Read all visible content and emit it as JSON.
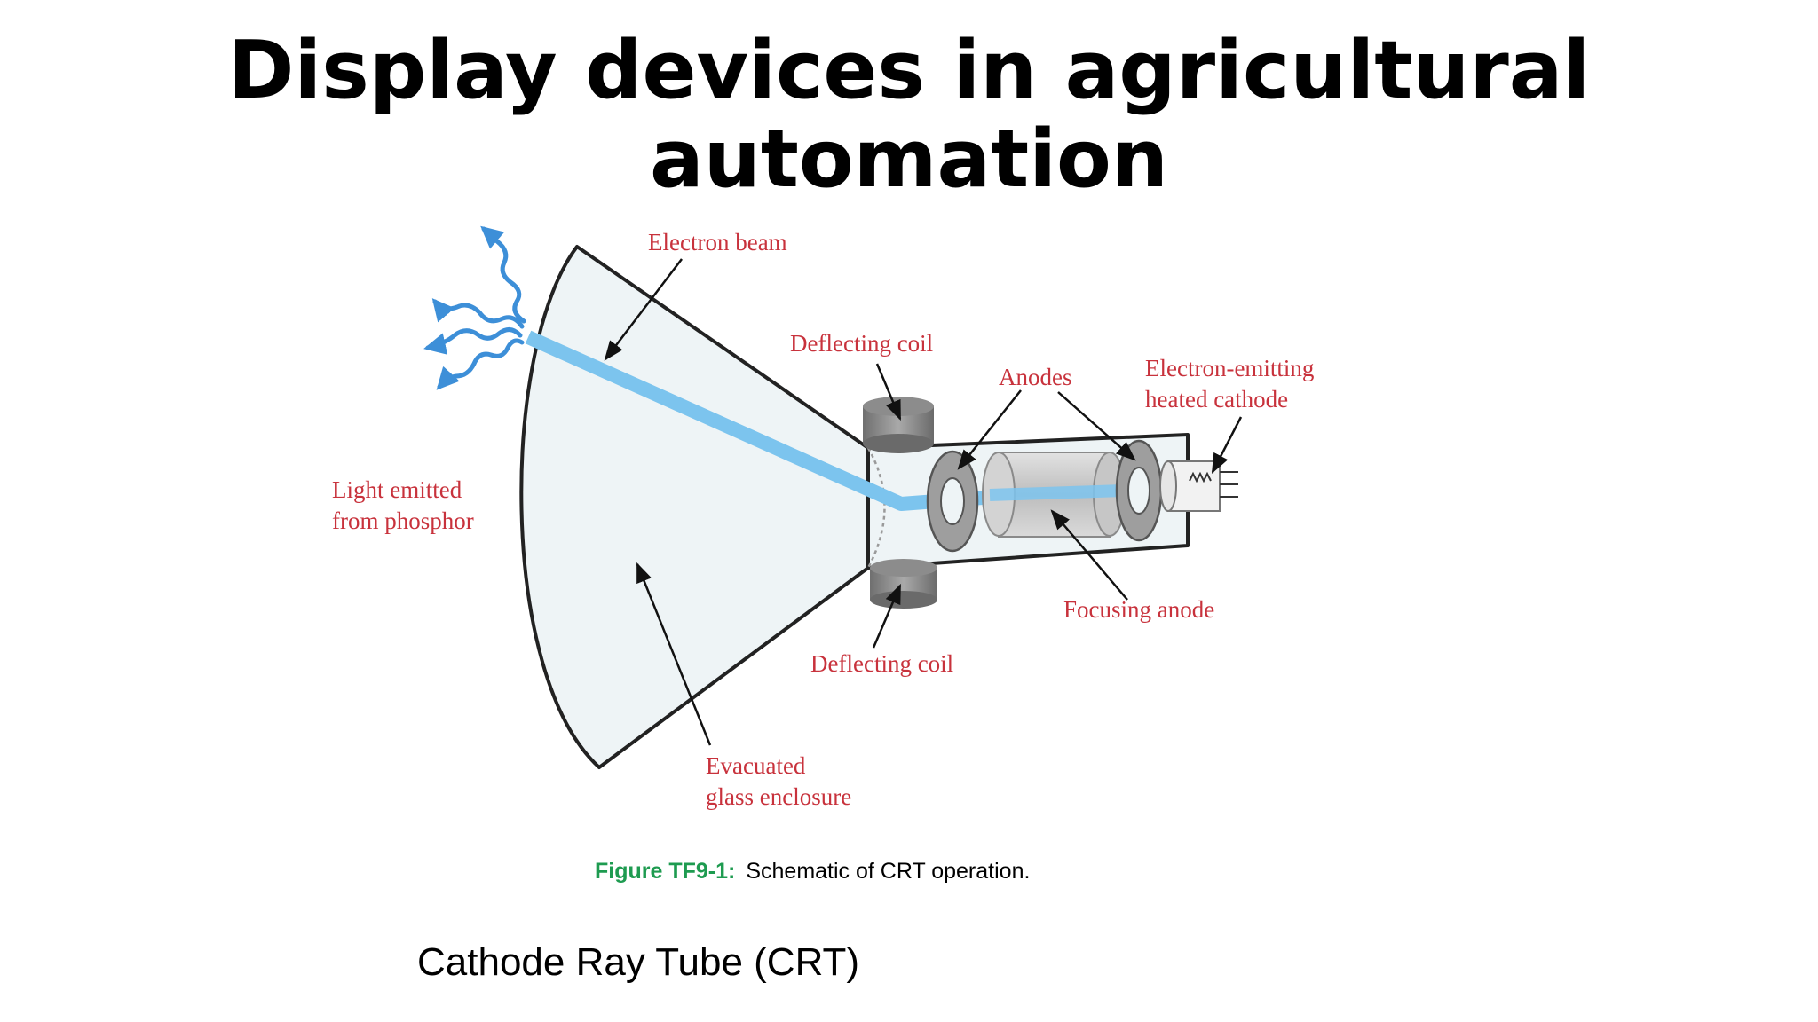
{
  "slide": {
    "title_line1": "Display devices in agricultural",
    "title_line2": "automation",
    "subtitle": "Cathode Ray Tube (CRT)"
  },
  "diagram": {
    "labels": {
      "electron_beam": "Electron beam",
      "deflecting_coil_top": "Deflecting coil",
      "anodes": "Anodes",
      "cathode_line1": "Electron-emitting",
      "cathode_line2": "heated cathode",
      "light_line1": "Light emitted",
      "light_line2": "from phosphor",
      "focusing_anode": "Focusing anode",
      "deflecting_coil_bottom": "Deflecting coil",
      "enclosure_line1": "Evacuated",
      "enclosure_line2": "glass enclosure"
    },
    "caption": {
      "figure_label": "Figure TF9-1:",
      "text": "Schematic of CRT operation."
    },
    "colors": {
      "label": "#c8323c",
      "beam": "#7cc4ee",
      "light_arrows": "#3d8fd8",
      "glass_fill": "#eef4f6",
      "caption_figure": "#1e9b50"
    }
  }
}
